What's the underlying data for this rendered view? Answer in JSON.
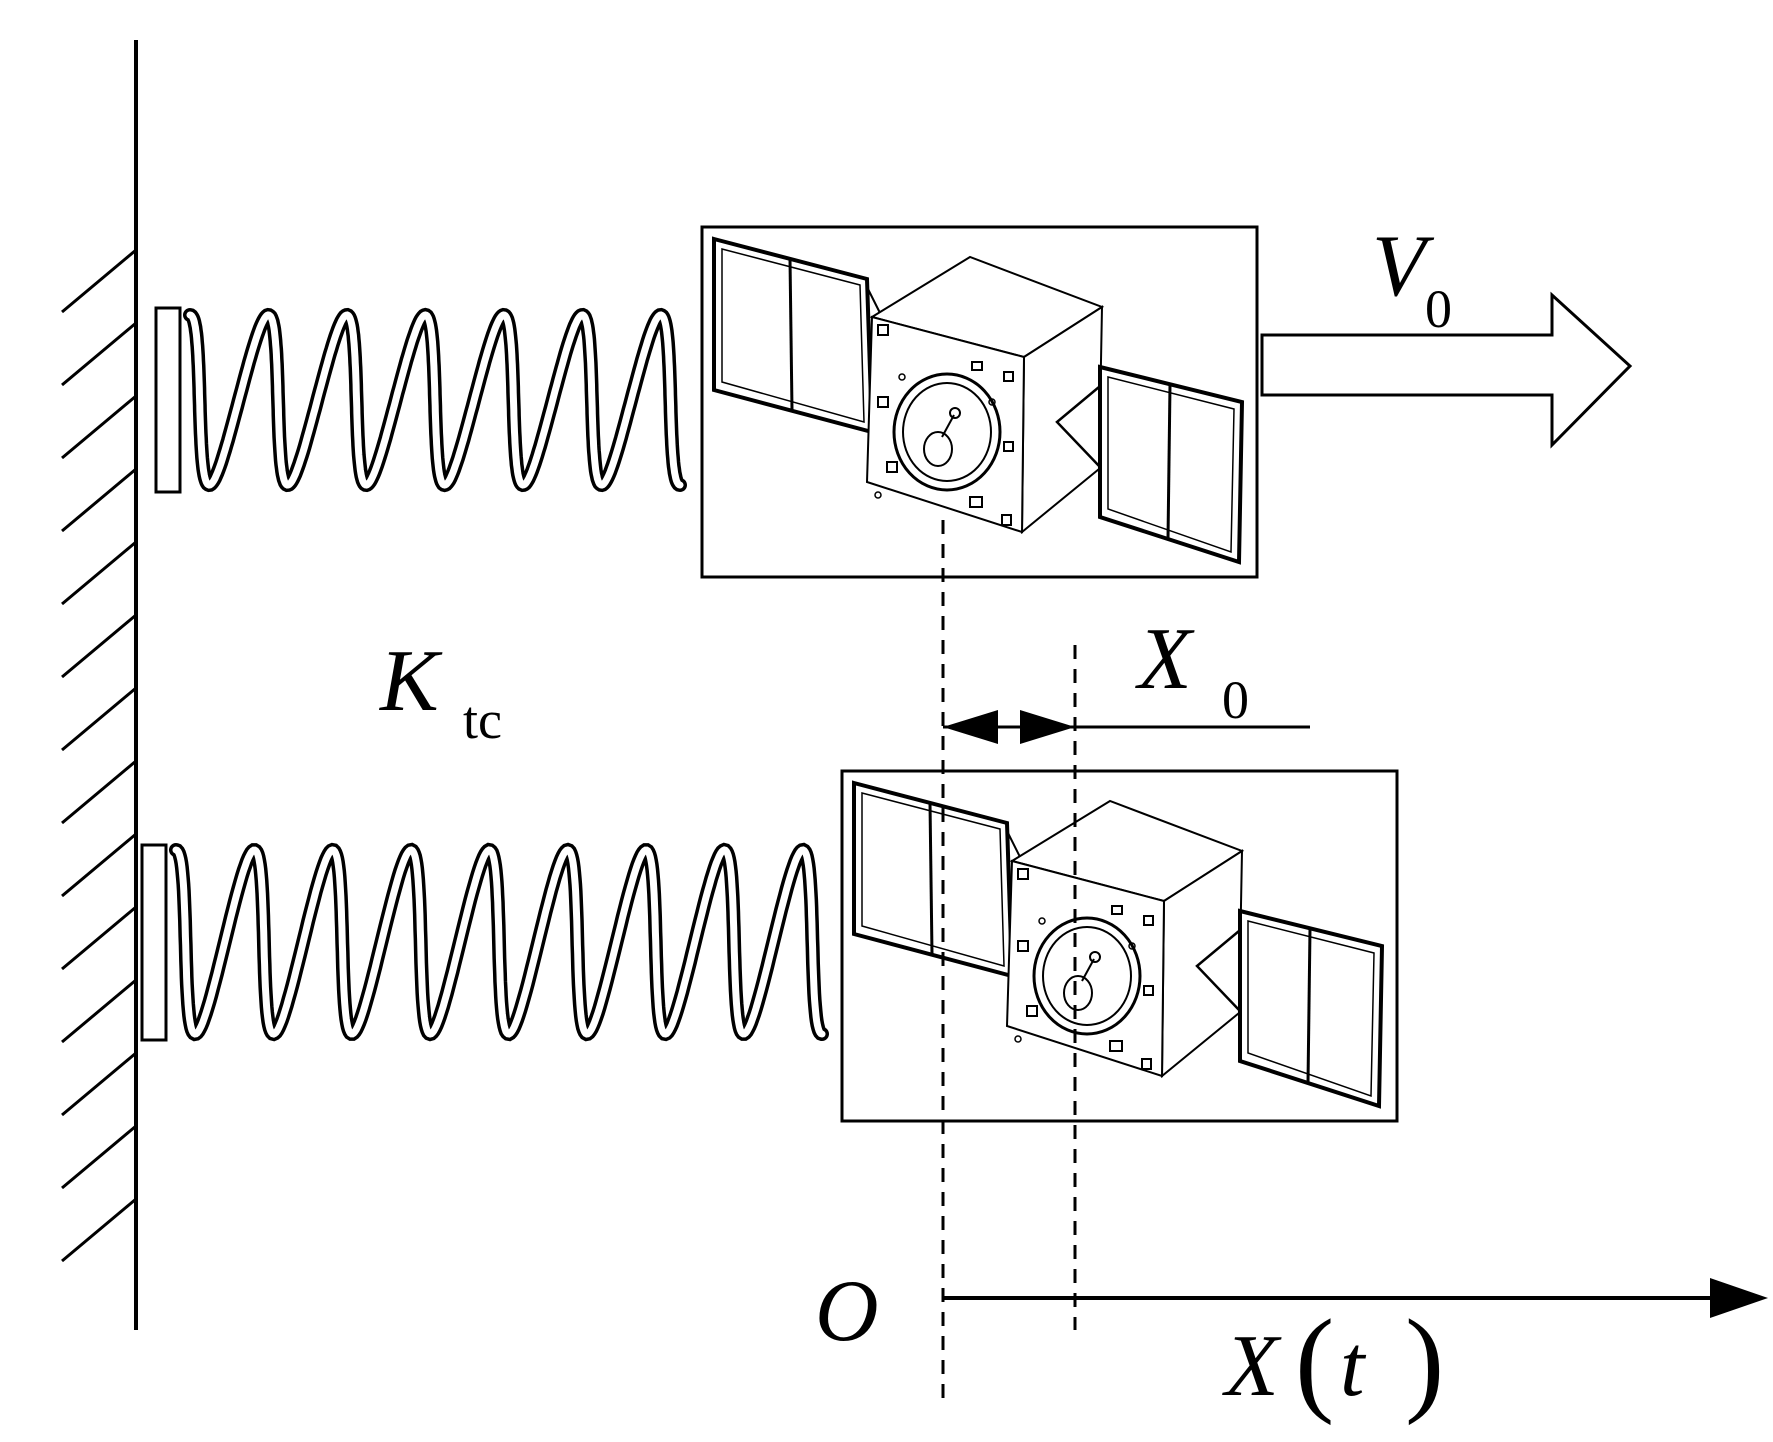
{
  "labels": {
    "velocity": {
      "symbol": "V",
      "subscript": "0"
    },
    "stiffness": {
      "symbol": "K",
      "subscript": "tc"
    },
    "displacement": {
      "symbol": "X",
      "subscript": "0"
    },
    "origin": "O",
    "axis": {
      "symbol": "X",
      "open": "(",
      "arg": "t",
      "close": ")"
    }
  },
  "colors": {
    "stroke": "#000000",
    "background": "#ffffff"
  },
  "icons": [
    "satellite-icon",
    "spring-icon",
    "wall-hatch-icon",
    "hollow-arrow-icon"
  ]
}
